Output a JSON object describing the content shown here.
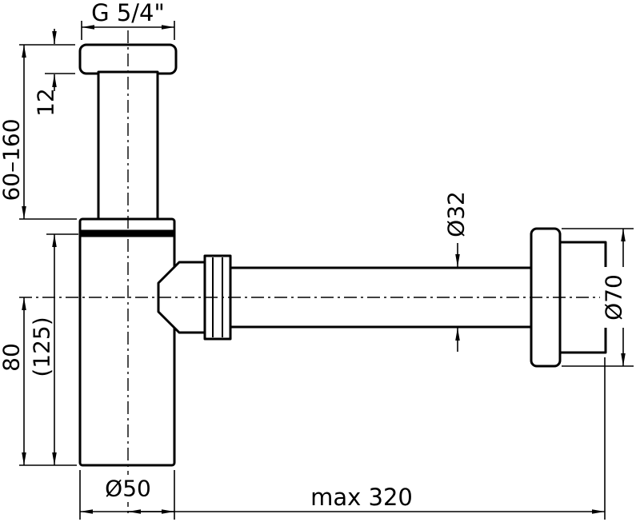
{
  "colors": {
    "background": "#ffffff",
    "line": "#000000",
    "text": "#000000"
  },
  "drawing": {
    "dimensions": {
      "thread": "G 5/4\"",
      "flange_height": "12",
      "adjustable_height": "60–160",
      "outlet_to_bottom": "80",
      "body_height": "(125)",
      "cup_diameter": "Ø50",
      "max_reach": "max 320",
      "pipe_diameter": "Ø32",
      "rosette_diameter": "Ø70"
    }
  }
}
